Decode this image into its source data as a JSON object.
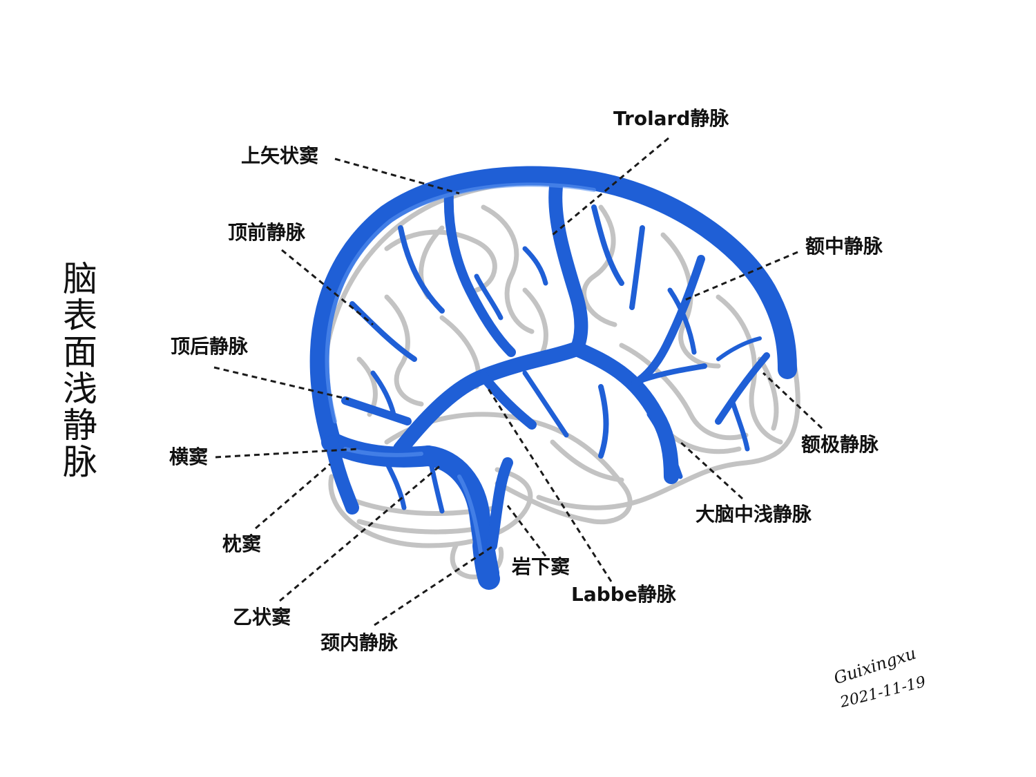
{
  "title": "脑表面浅静脉",
  "labels": {
    "superior_sagittal_sinus": "上矢状窦",
    "trolard_vein": "Trolard静脉",
    "anterior_parietal_vein": "顶前静脉",
    "middle_frontal_vein": "额中静脉",
    "posterior_parietal_vein": "顶后静脉",
    "transverse_sinus": "横窦",
    "frontal_polar_vein": "额极静脉",
    "superficial_middle_cerebral_vein": "大脑中浅静脉",
    "occipital_sinus": "枕窦",
    "inferior_petrosal_sinus": "岩下窦",
    "labbe_vein": "Labbe静脉",
    "sigmoid_sinus": "乙状窦",
    "internal_jugular_vein": "颈内静脉"
  },
  "signature": {
    "name": "Guixingxu",
    "date": "2021-11-19"
  },
  "colors": {
    "vein": "#1f5fd6",
    "vein_highlight": "#5a92f0",
    "brain_outline": "#bdbdbd",
    "leader": "#1a1a1a",
    "text": "#111111"
  }
}
